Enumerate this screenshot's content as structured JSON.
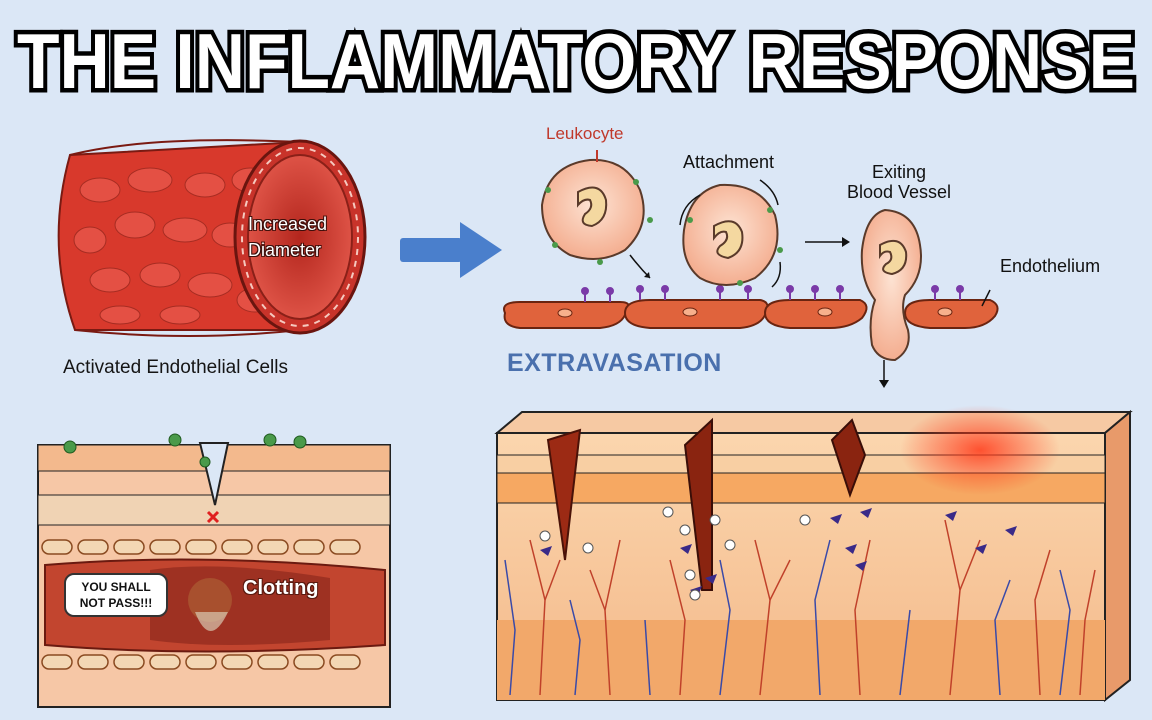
{
  "title": "THE INFLAMMATORY RESPONSE",
  "vessel": {
    "label_line1": "Increased",
    "label_line2": "Diameter",
    "caption": "Activated Endothelial Cells"
  },
  "extravasation": {
    "leukocyte": "Leukocyte",
    "attachment": "Attachment",
    "exiting_line1": "Exiting",
    "exiting_line2": "Blood Vessel",
    "endothelium": "Endothelium",
    "caption": "EXTRAVASATION"
  },
  "clotting": {
    "bubble_line1": "YOU SHALL",
    "bubble_line2": "NOT PASS!!!",
    "label": "Clotting"
  },
  "colors": {
    "background": "#dbe7f6",
    "arrow": "#4a7fcc",
    "vessel": "#d33a2c",
    "accent_text": "#4a70ad",
    "leukocyte_label": "#c0392b"
  }
}
